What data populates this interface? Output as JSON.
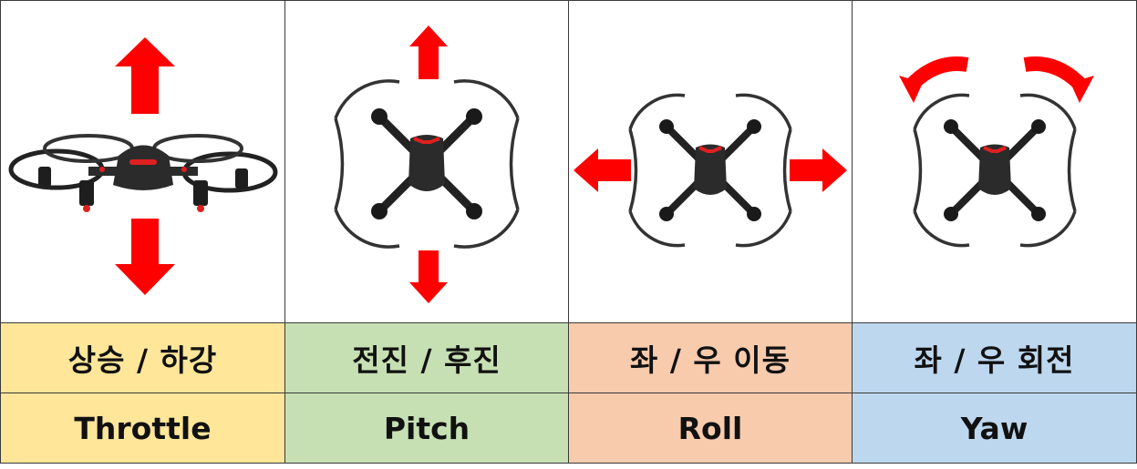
{
  "colors": {
    "throttle": "#ffe699",
    "pitch": "#c6e0b4",
    "roll": "#f8cbad",
    "yaw": "#bdd7ee",
    "arrow": "#ff0000",
    "drone_body": "#2b2b2b",
    "drone_accent": "#e02020"
  },
  "columns": [
    {
      "korean": "상승 / 하강",
      "english": "Throttle",
      "icon": "drone-side-up-down-arrows-icon"
    },
    {
      "korean": "전진 / 후진",
      "english": "Pitch",
      "icon": "drone-top-forward-back-arrows-icon"
    },
    {
      "korean": "좌 / 우 이동",
      "english": "Roll",
      "icon": "drone-top-left-right-arrows-icon"
    },
    {
      "korean": "좌 / 우 회전",
      "english": "Yaw",
      "icon": "drone-top-rotate-arrows-icon"
    }
  ]
}
